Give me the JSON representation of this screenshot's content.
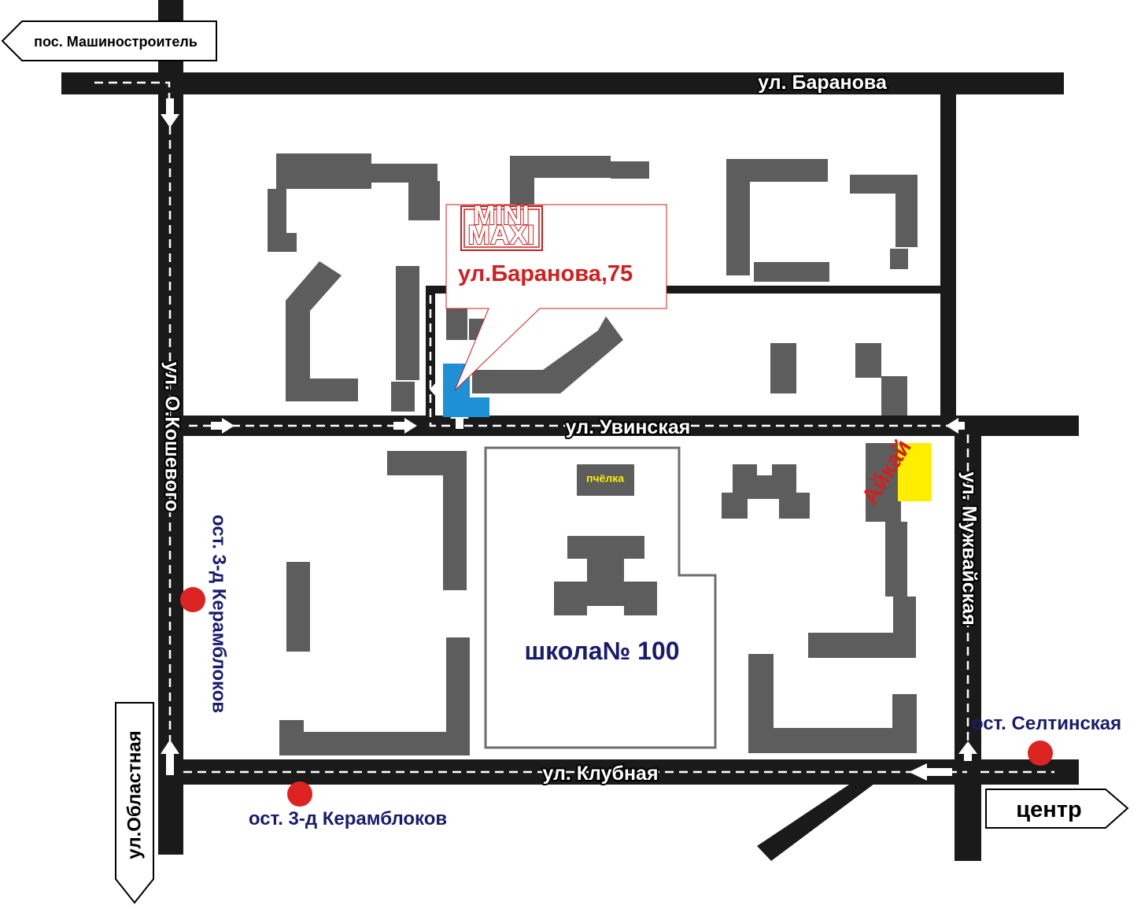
{
  "streets": {
    "baranova": "ул. Баранова",
    "uvinskaya": "ул. Увинская",
    "klubnaya": "ул. Клубная",
    "koshevogo": "ул. О.Кошевого",
    "muzhvaiskaya": "ул. Мужвайская",
    "oblastnaya": "ул.Областная"
  },
  "signs": {
    "mashinostroitel": "пос. Машиностроитель",
    "centr": "центр"
  },
  "stops": {
    "kerambl_vertical": "ост. 3-д Керамблоков",
    "kerambl_bottom": "ост. 3-д Керамблоков",
    "seltinskaya": "ост. Селтинская"
  },
  "landmarks": {
    "school": "школа№ 100",
    "pchelka": "пчёлка",
    "ajkaj": "Айкай"
  },
  "callout": {
    "logo_top": "MINI",
    "logo_bottom": "MAXI",
    "address": "ул.Баранова,75"
  },
  "colors": {
    "road": "#1a1a1a",
    "building": "#5d5d5d",
    "stop_dot": "#dd2222",
    "target": "#1e90d6",
    "ajkaj_bg": "#ffee00",
    "accent_red": "#d02020",
    "stop_text": "#1b1b6e"
  },
  "icons": [
    "bus-stop-icon",
    "direction-arrow-icon",
    "target-building-marker"
  ]
}
